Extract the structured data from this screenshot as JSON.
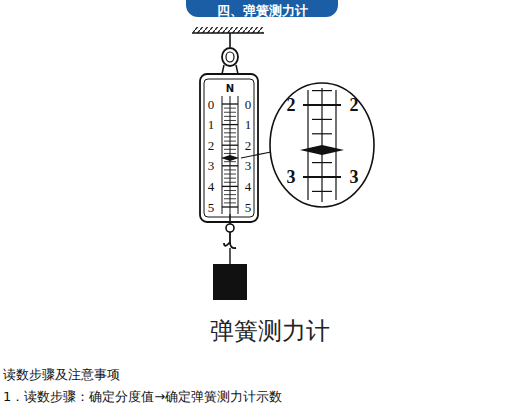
{
  "diagram": {
    "title": "四、弹簧测力计",
    "caption": "弹簧测力计",
    "labels": [
      "N",
      "0",
      "1",
      "2",
      "3",
      "4",
      "5",
      "0",
      "1",
      "2",
      "3",
      "4",
      "5",
      "2",
      "2",
      "3",
      "3",
      "读数步骤及注意事项",
      "1．读数步骤：确定分度值→确定弹簧测力计示数"
    ]
  }
}
